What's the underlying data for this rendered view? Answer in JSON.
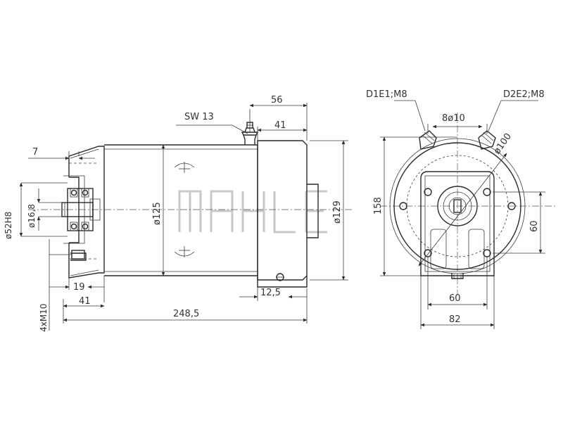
{
  "side_view": {
    "labels": {
      "wrench_size": "SW 13",
      "top_offset": "56",
      "terminal_offset": "41",
      "flange_step": "7",
      "pilot_diameter": "ø52H8",
      "shaft_diameter": "ø16,8",
      "body_diameter": "ø125",
      "cover_diameter": "ø129",
      "flange_depth": "19",
      "mount_offset": "41",
      "total_length": "248,5",
      "cover_width": "12,5",
      "mount_holes": "4xM10"
    }
  },
  "end_view": {
    "labels": {
      "terminal_left": "D1E1;M8",
      "terminal_right": "D2E2;M8",
      "terminal_spacing": "8ø10",
      "bolt_circle": "ø100",
      "height": "158",
      "hole_vertical": "60",
      "hole_horizontal": "60",
      "flange_width": "82"
    }
  },
  "watermark": "MAHLE"
}
